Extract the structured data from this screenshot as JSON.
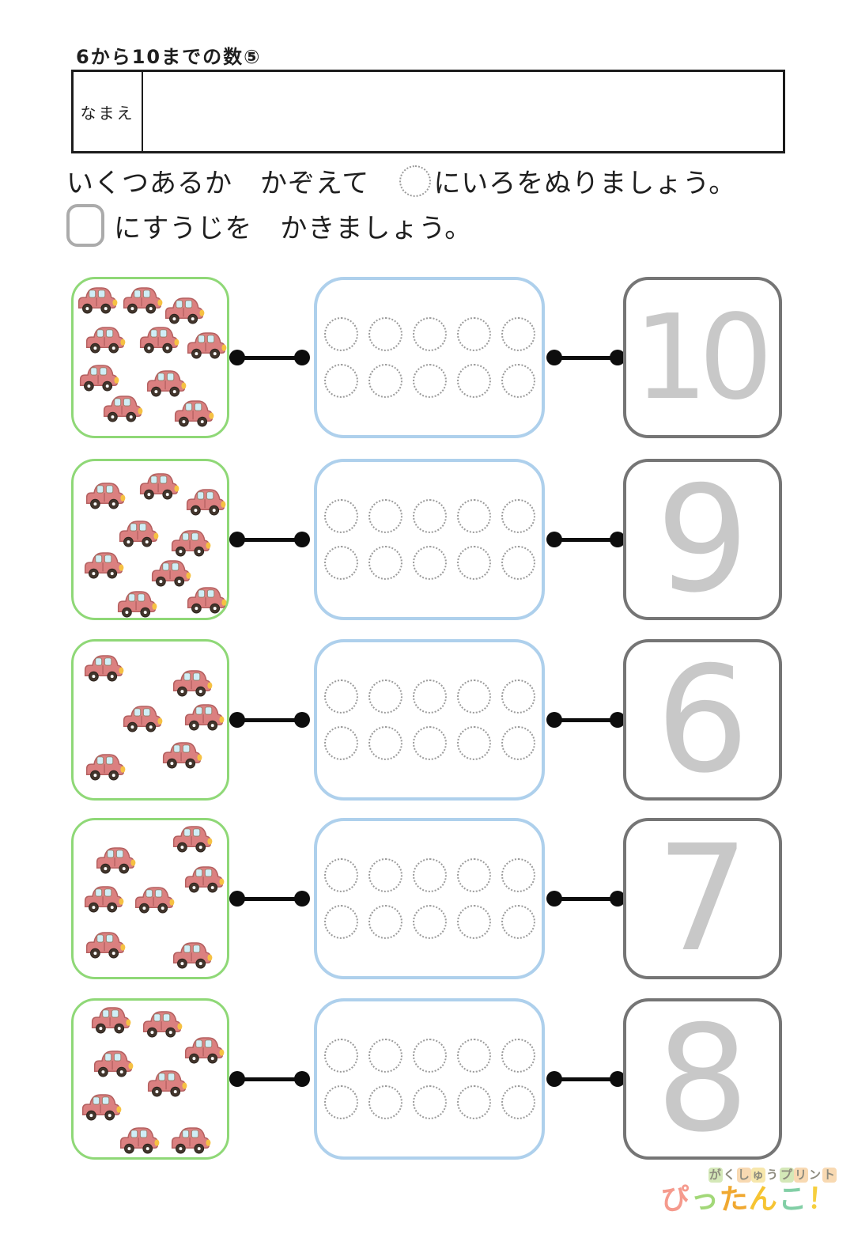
{
  "page": {
    "title": "6から10までの数⑤"
  },
  "name_box": {
    "label": "なまえ",
    "value": ""
  },
  "instructions": {
    "line1_pre": "いくつあるか　かぞえて　",
    "line1_post": "にいろをぬりましょう。",
    "line2_post": "にすうじを　かきましょう。"
  },
  "rows": [
    {
      "car_count": 10,
      "number": "10"
    },
    {
      "car_count": 9,
      "number": "9"
    },
    {
      "car_count": 6,
      "number": "6"
    },
    {
      "car_count": 7,
      "number": "7"
    },
    {
      "car_count": 8,
      "number": "8"
    }
  ],
  "dots_per_box": 10,
  "colors": {
    "car_body": "#db8080",
    "car_outline": "#b46060",
    "car_window": "#cfeef6",
    "car_wheel": "#42352c",
    "car_hub": "#ffffff",
    "car_headlight": "#f6c143",
    "car_box_border": "#8fd877",
    "dots_box_border": "#aed0ec",
    "number_box_border": "#757575",
    "number_text": "#c8c8c8",
    "dashed_circle": "#9b9b9b",
    "connector": "#0d0d0d",
    "logo_blob_green": "#d4e8b8",
    "logo_blob_orange": "#f8d9b2",
    "logo_blob_yellow": "#f7e7ac"
  },
  "footer": {
    "logo_line1": "がくしゅうプリント",
    "logo_line2_chars": [
      {
        "ch": "ぴ",
        "color": "#f59a8d"
      },
      {
        "ch": "っ",
        "color": "#a2d878"
      },
      {
        "ch": "た",
        "color": "#f0a830"
      },
      {
        "ch": "ん",
        "color": "#f6c433"
      },
      {
        "ch": "こ",
        "color": "#82cfa6"
      },
      {
        "ch": "！",
        "color": "#f6cf3e"
      }
    ]
  }
}
